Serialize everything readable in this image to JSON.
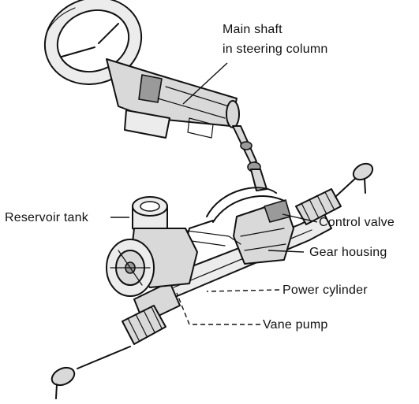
{
  "labels": {
    "main_shaft_line1": "Main shaft",
    "main_shaft_line2": "in steering column",
    "reservoir_tank": "Reservoir tank",
    "control_valve": "Control valve",
    "gear_housing": "Gear housing",
    "power_cylinder": "Power cylinder",
    "vane_pump": "Vane pump"
  }
}
